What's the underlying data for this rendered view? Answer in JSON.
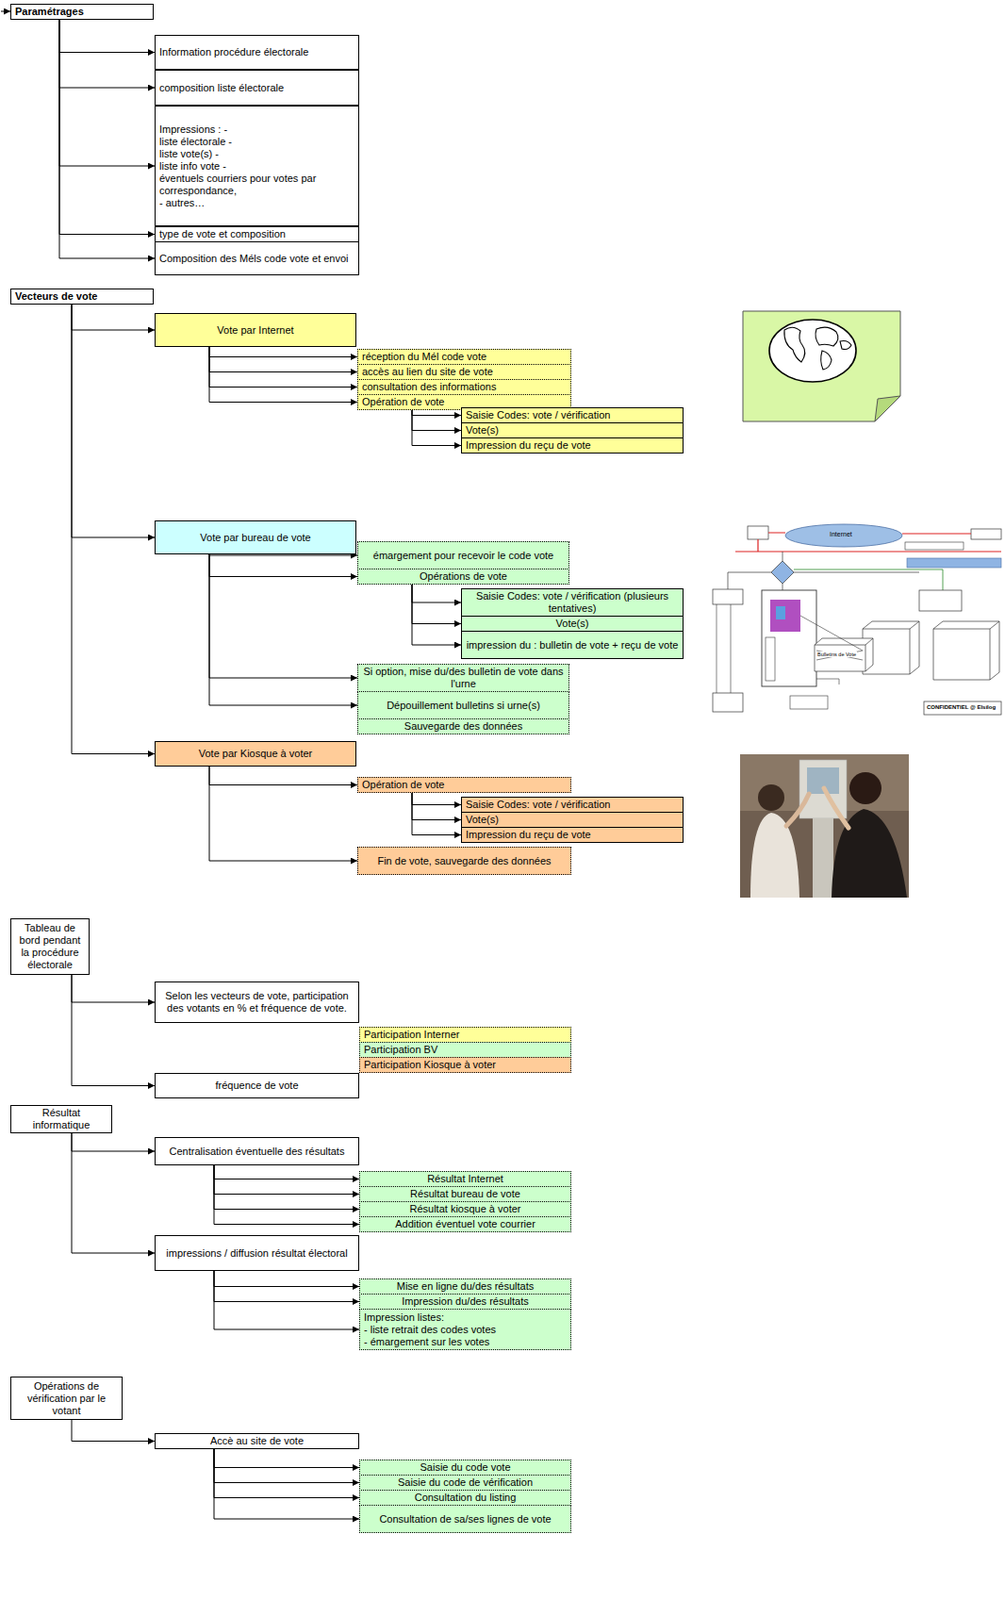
{
  "diagram": {
    "nodes": [
      {
        "text": [
          "Paramétrages"
        ]
      },
      {
        "text": [
          "Information procédure électorale"
        ]
      },
      {
        "text": [
          "composition liste électorale"
        ]
      },
      {
        "text": [
          "Impressions : -",
          "liste électorale -",
          "liste vote(s) -",
          "liste info vote -",
          "éventuels courriers pour votes par correspondance,",
          "- autres…"
        ]
      },
      {
        "text": [
          "type de vote et composition"
        ]
      },
      {
        "text": [
          "Composition des Méls code vote et envoi"
        ]
      },
      {
        "text": [
          "Vecteurs de vote"
        ]
      },
      {
        "text": [
          "Vote par Internet"
        ]
      },
      {
        "text": [
          "réception du Mél code vote"
        ]
      },
      {
        "text": [
          "accès au lien du site de vote"
        ]
      },
      {
        "text": [
          "consultation des informations"
        ]
      },
      {
        "text": [
          "Opération de vote"
        ]
      },
      {
        "text": [
          "Saisie Codes: vote / vérification"
        ]
      },
      {
        "text": [
          "Vote(s)"
        ]
      },
      {
        "text": [
          "Impression du reçu de vote"
        ]
      },
      {
        "text": [
          "Vote par bureau de vote"
        ]
      },
      {
        "text": [
          "émargement pour recevoir le code vote"
        ]
      },
      {
        "text": [
          "Opérations de vote"
        ]
      },
      {
        "text": [
          "Saisie Codes: vote / vérification (plusieurs tentatives)"
        ]
      },
      {
        "text": [
          "Vote(s)"
        ]
      },
      {
        "text": [
          "impression du : bulletin de vote + reçu de vote"
        ]
      },
      {
        "text": [
          "Si option, mise du/des bulletin de vote dans l'urne"
        ]
      },
      {
        "text": [
          "Dépouillement bulletins si urne(s)"
        ]
      },
      {
        "text": [
          "Sauvegarde des données"
        ]
      },
      {
        "text": [
          "Vote par Kiosque à voter"
        ]
      },
      {
        "text": [
          "Opération de vote"
        ]
      },
      {
        "text": [
          "Saisie Codes: vote / vérification"
        ]
      },
      {
        "text": [
          "Vote(s)"
        ]
      },
      {
        "text": [
          "Impression du reçu de vote"
        ]
      },
      {
        "text": [
          "Fin de vote, sauvegarde des données"
        ]
      },
      {
        "text": [
          "Tableau de bord pendant la procédure électorale"
        ]
      },
      {
        "text": [
          "Selon les vecteurs de vote, participation des votants en % et fréquence de vote."
        ]
      },
      {
        "text": [
          "Participation Interner"
        ]
      },
      {
        "text": [
          "Participation BV"
        ]
      },
      {
        "text": [
          "Participation Kiosque à voter"
        ]
      },
      {
        "text": [
          "fréquence de vote"
        ]
      },
      {
        "text": [
          "Résultat informatique"
        ]
      },
      {
        "text": [
          "Centralisation éventuelle des résultats"
        ]
      },
      {
        "text": [
          "Résultat Internet"
        ]
      },
      {
        "text": [
          "Résultat bureau de vote"
        ]
      },
      {
        "text": [
          "Résultat kiosque à voter"
        ]
      },
      {
        "text": [
          "Addition éventuel vote courrier"
        ]
      },
      {
        "text": [
          "impressions / diffusion résultat électoral"
        ]
      },
      {
        "text": [
          "Mise en ligne du/des résultats"
        ]
      },
      {
        "text": [
          "Impression du/des résultats"
        ]
      },
      {
        "text": [
          "Impression listes:",
          "- liste retrait des codes votes",
          "- émargement sur les votes"
        ]
      },
      {
        "text": [
          "Opérations de vérification par le votant"
        ]
      },
      {
        "text": [
          "Accè au site de vote"
        ]
      },
      {
        "text": [
          "Saisie du code vote"
        ]
      },
      {
        "text": [
          "Saisie du code de vérification"
        ]
      },
      {
        "text": [
          "Consultation du listing"
        ]
      },
      {
        "text": [
          "Consultation de sa/ses lignes de vote"
        ]
      }
    ],
    "edges": [
      {
        "from": 0,
        "to": 1,
        "arrow": "to"
      },
      {
        "from": 0,
        "to": 2,
        "arrow": "to"
      },
      {
        "from": 0,
        "to": 3,
        "arrow": "to"
      },
      {
        "from": 0,
        "to": 4,
        "arrow": "to"
      },
      {
        "from": 0,
        "to": 5,
        "arrow": "to"
      },
      {
        "from": 6,
        "to": 7,
        "arrow": "to"
      },
      {
        "from": 6,
        "to": 15,
        "arrow": "to"
      },
      {
        "from": 6,
        "to": 24,
        "arrow": "to"
      },
      {
        "from": 7,
        "to": 8,
        "arrow": "to"
      },
      {
        "from": 7,
        "to": 9,
        "arrow": "to"
      },
      {
        "from": 7,
        "to": 10,
        "arrow": "to"
      },
      {
        "from": 7,
        "to": 11,
        "arrow": "to"
      },
      {
        "from": 11,
        "to": 12,
        "arrow": "to"
      },
      {
        "from": 11,
        "to": 13,
        "arrow": "to"
      },
      {
        "from": 11,
        "to": 14,
        "arrow": "to"
      },
      {
        "from": 15,
        "to": 16,
        "arrow": "to"
      },
      {
        "from": 15,
        "to": 17,
        "arrow": "to"
      },
      {
        "from": 15,
        "to": 21,
        "arrow": "to"
      },
      {
        "from": 15,
        "to": 22,
        "arrow": "to"
      },
      {
        "from": 17,
        "to": 18,
        "arrow": "to"
      },
      {
        "from": 17,
        "to": 19,
        "arrow": "to"
      },
      {
        "from": 17,
        "to": 20,
        "arrow": "to"
      },
      {
        "from": 24,
        "to": 25,
        "arrow": "to"
      },
      {
        "from": 24,
        "to": 29,
        "arrow": "to"
      },
      {
        "from": 25,
        "to": 26,
        "arrow": "to"
      },
      {
        "from": 25,
        "to": 27,
        "arrow": "to"
      },
      {
        "from": 25,
        "to": 28,
        "arrow": "to"
      },
      {
        "from": 30,
        "to": 31,
        "arrow": "to"
      },
      {
        "from": 30,
        "to": 35,
        "arrow": "to"
      },
      {
        "from": 36,
        "to": 37,
        "arrow": "to"
      },
      {
        "from": 36,
        "to": 42,
        "arrow": "to"
      },
      {
        "from": 37,
        "to": 38,
        "arrow": "to"
      },
      {
        "from": 37,
        "to": 39,
        "arrow": "to"
      },
      {
        "from": 37,
        "to": 40,
        "arrow": "to"
      },
      {
        "from": 37,
        "to": 41,
        "arrow": "to"
      },
      {
        "from": 42,
        "to": 43,
        "arrow": "to"
      },
      {
        "from": 42,
        "to": 44,
        "arrow": "to"
      },
      {
        "from": 42,
        "to": 45,
        "arrow": "to"
      },
      {
        "from": 46,
        "to": 47,
        "arrow": "to"
      },
      {
        "from": 47,
        "to": 48,
        "arrow": "to"
      },
      {
        "from": 47,
        "to": 49,
        "arrow": "to"
      },
      {
        "from": 47,
        "to": 50,
        "arrow": "to"
      },
      {
        "from": 47,
        "to": 51,
        "arrow": "to"
      }
    ],
    "labels": [
      "Internet",
      "Bulletins de Vote",
      "CONFIDENTIEL @ Elsilog"
    ]
  }
}
